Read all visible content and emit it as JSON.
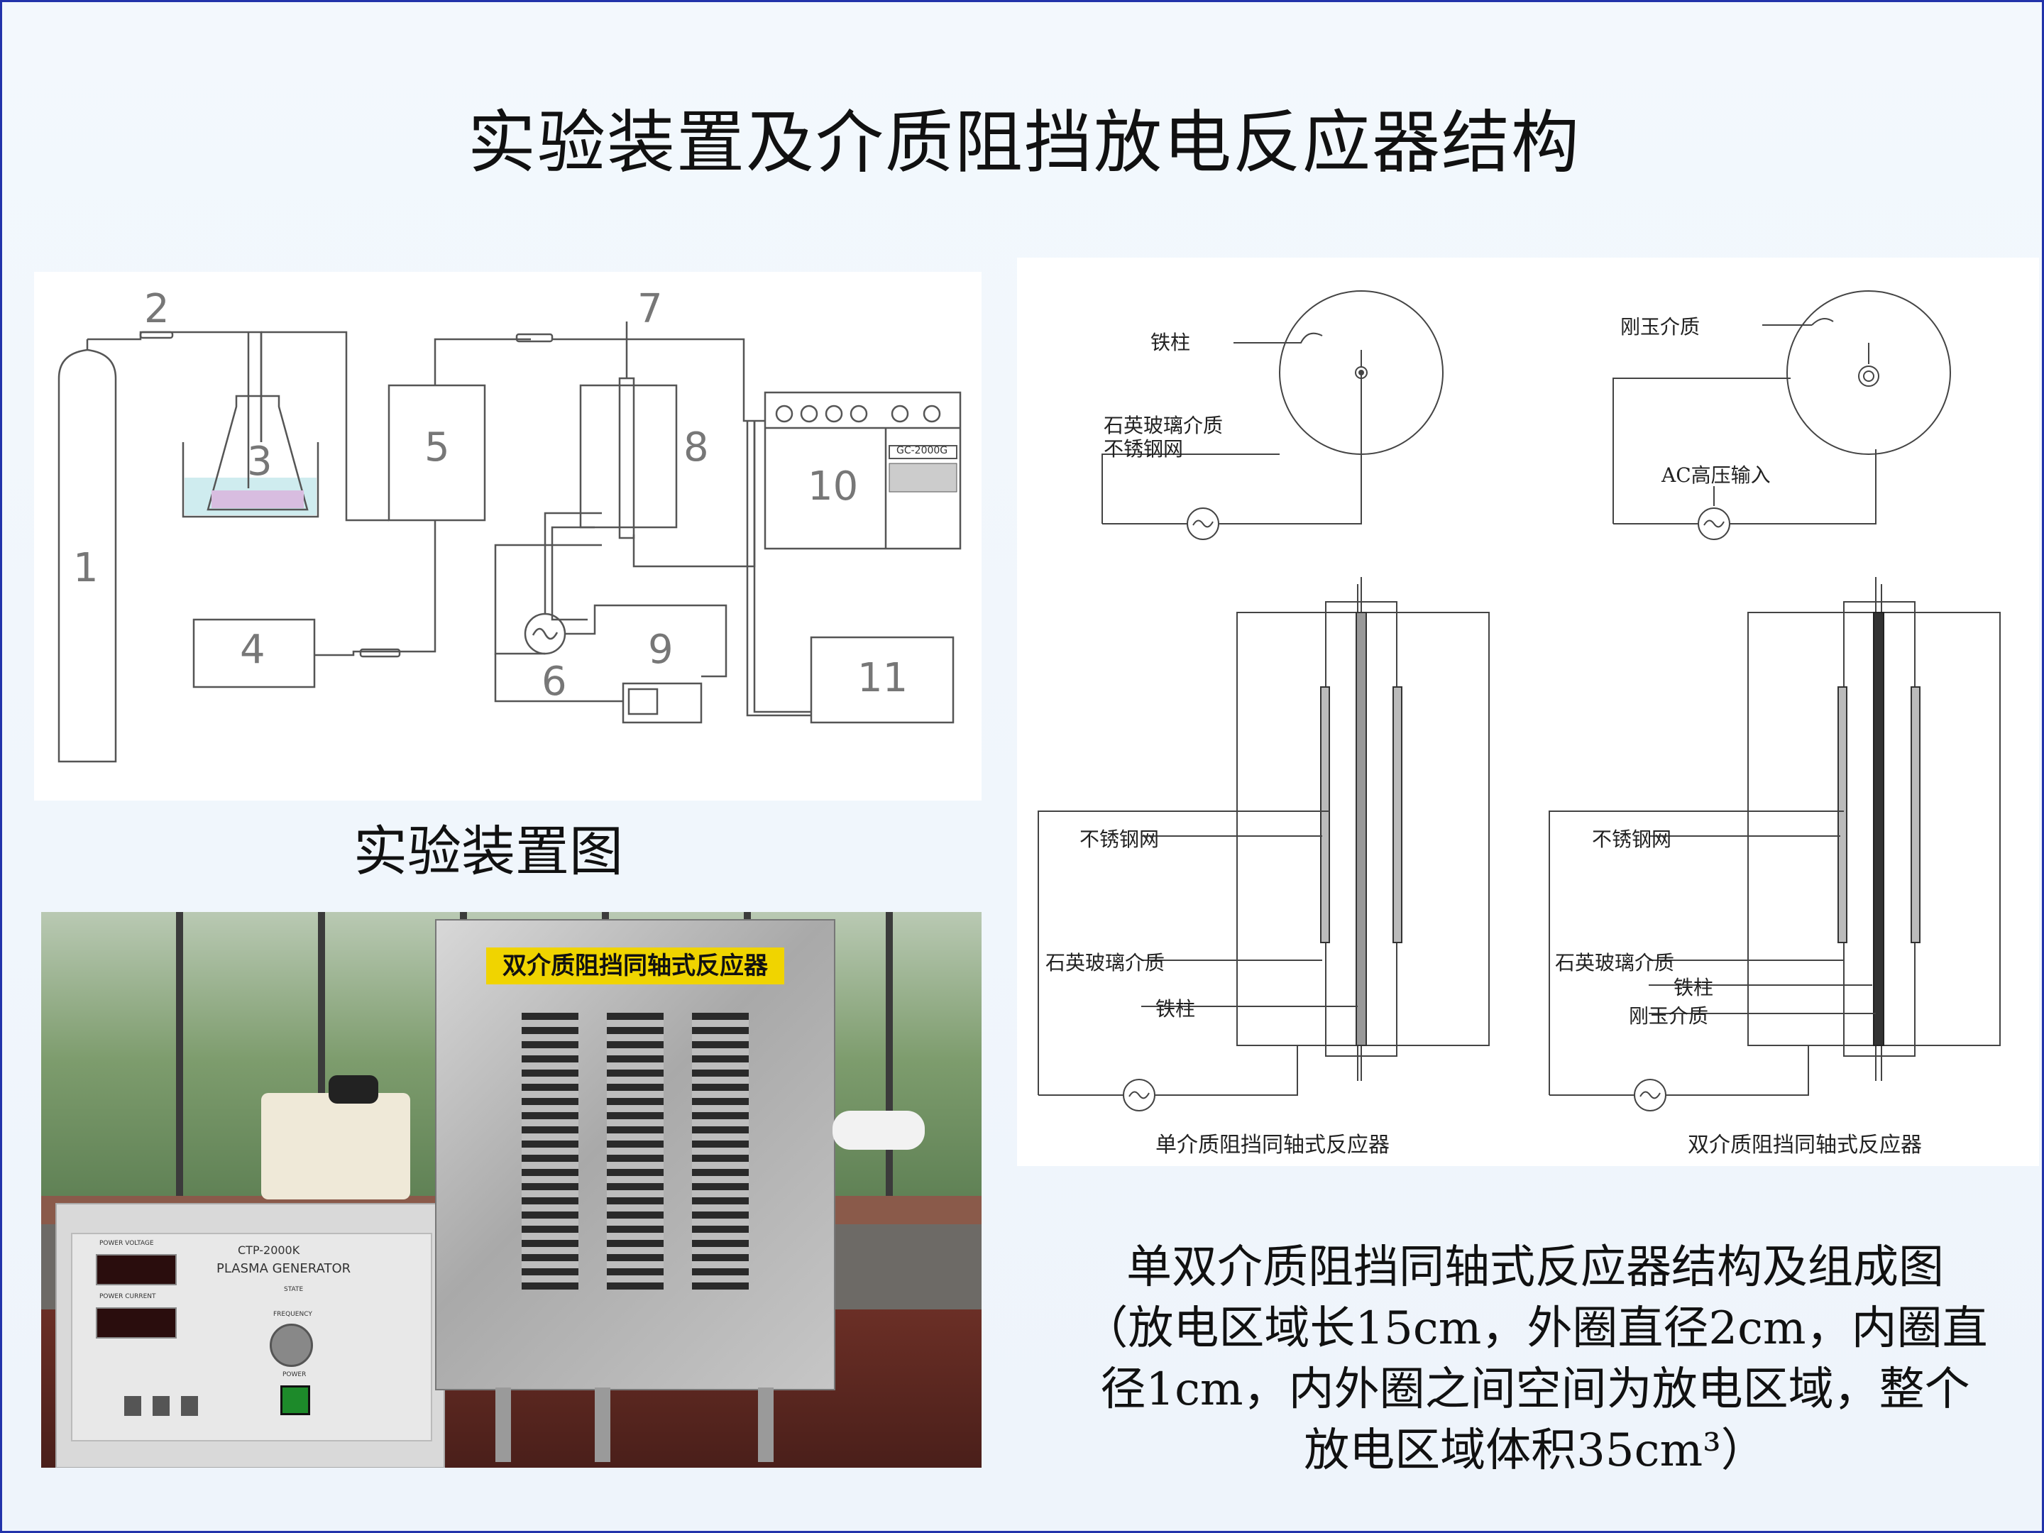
{
  "slide": {
    "title": "实验装置及介质阻挡放电反应器结构",
    "setup_caption": "实验装置图",
    "reactor_caption_lines": [
      "单双介质阻挡同轴式反应器结构及组成图",
      "（放电区域长15cm，外圈直径2cm，内圈直",
      "径1cm，内外圈之间空间为放电区域，整个",
      "放电区域体积35cm³）"
    ]
  },
  "setup_diagram": {
    "numbers": [
      "1",
      "2",
      "3",
      "4",
      "5",
      "6",
      "7",
      "8",
      "9",
      "10",
      "11"
    ],
    "device_label": "GC-2000G"
  },
  "reactor_diagram": {
    "cross_section_left": {
      "iron_rod": "铁柱",
      "quartz": "石英玻璃介质",
      "mesh": "不锈钢网"
    },
    "cross_section_right": {
      "corundum": "刚玉介质",
      "ac_input": "AC高压输入"
    },
    "long_left": {
      "mesh": "不锈钢网",
      "quartz": "石英玻璃介质",
      "iron_rod": "铁柱",
      "caption": "单介质阻挡同轴式反应器"
    },
    "long_right": {
      "mesh": "不锈钢网",
      "quartz": "石英玻璃介质",
      "iron_rod": "铁柱",
      "corundum": "刚玉介质",
      "caption": "双介质阻挡同轴式反应器"
    }
  },
  "photo": {
    "reactor_sign": "双介质阻挡同轴式反应器",
    "generator_model": "CTP-2000K",
    "generator_name": "PLASMA GENERATOR",
    "labels": [
      "POWER VOLTAGE",
      "POWER CURRENT",
      "STATE",
      "FREQUENCY",
      "POWER"
    ]
  }
}
